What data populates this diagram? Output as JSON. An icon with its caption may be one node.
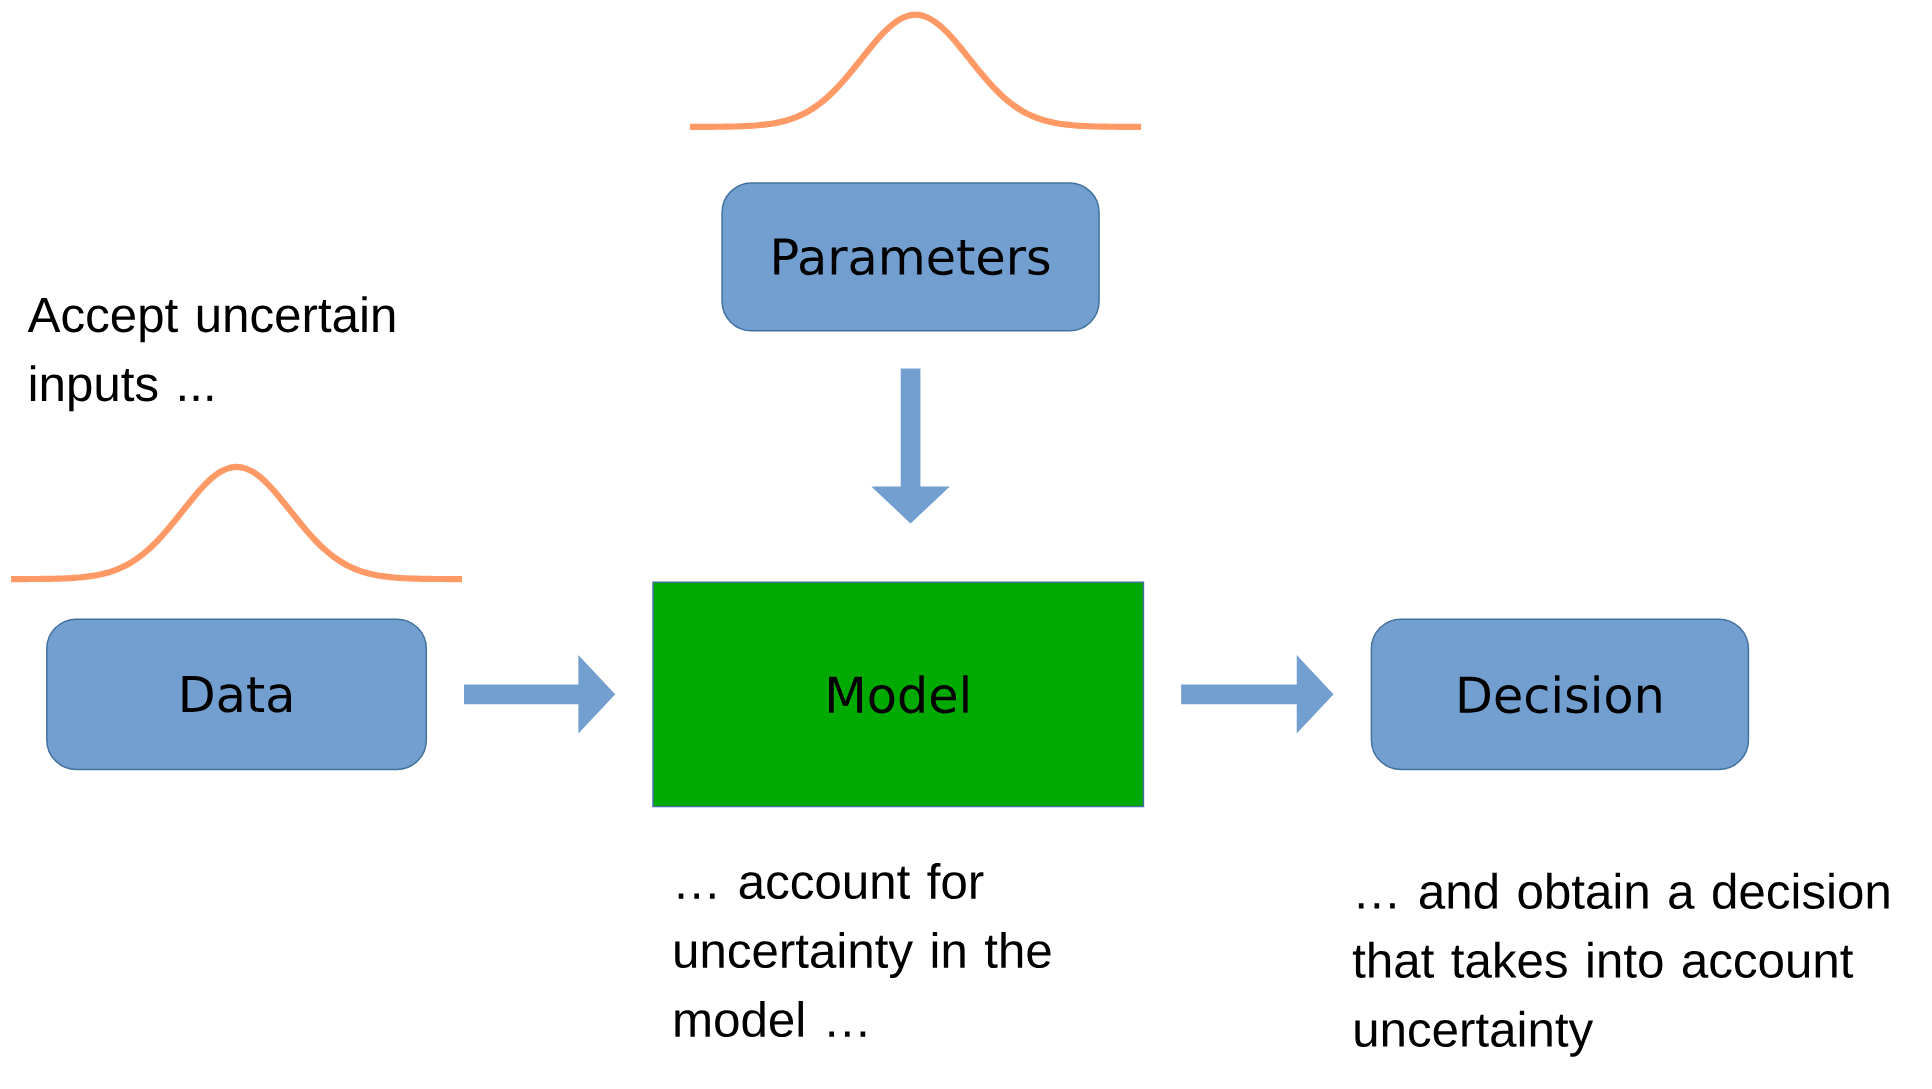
{
  "diagram": {
    "nodes": [
      {
        "text": [
          "Parameters"
        ]
      },
      {
        "text": [
          "Data"
        ]
      },
      {
        "text": [
          "Model"
        ]
      },
      {
        "text": [
          "Decision"
        ]
      }
    ],
    "edges": [
      {
        "from": 1,
        "to": 2,
        "arrow": "to"
      },
      {
        "from": 0,
        "to": 2,
        "arrow": "to"
      },
      {
        "from": 2,
        "to": 3,
        "arrow": "to"
      }
    ],
    "labels": [
      "Accept uncertain inputs ...",
      "… account for uncertainty in the model …",
      "… and obtain a decision that takes into account uncertainty"
    ]
  }
}
